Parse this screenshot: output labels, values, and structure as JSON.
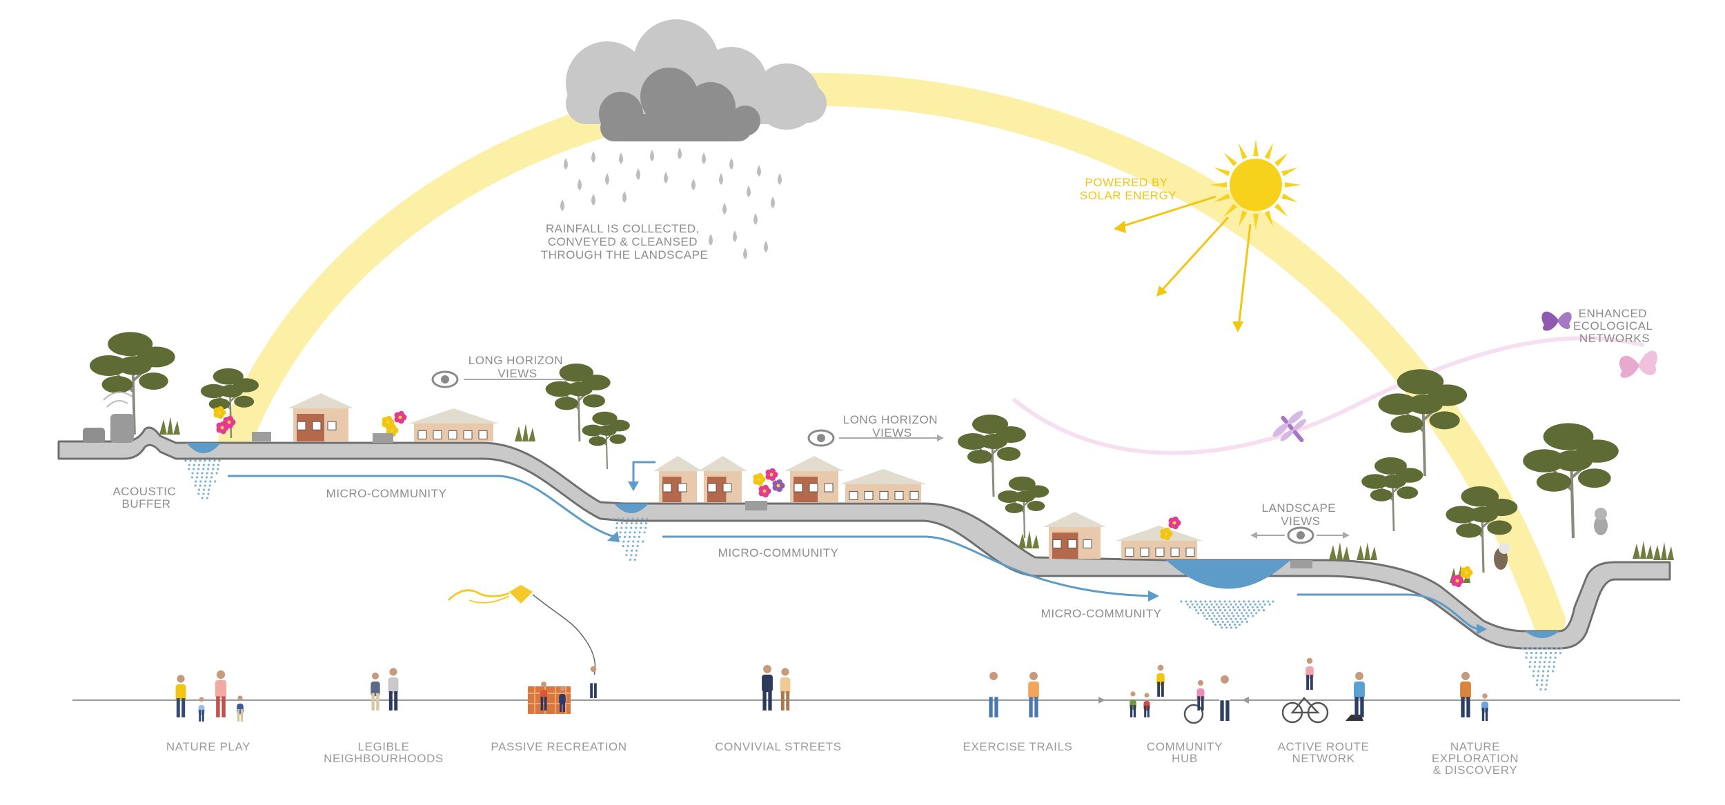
{
  "labels": {
    "rainfall": [
      "RAINFALL IS COLLECTED,",
      "CONVEYED & CLEANSED",
      "THROUGH THE LANDSCAPE"
    ],
    "solar": [
      "POWERED BY",
      "SOLAR ENERGY"
    ],
    "ecological": [
      "ENHANCED",
      "ECOLOGICAL",
      "NETWORKS"
    ],
    "long_horizon_1": [
      "LONG HORIZON",
      "VIEWS"
    ],
    "long_horizon_2": [
      "LONG HORIZON",
      "VIEWS"
    ],
    "landscape_views": [
      "LANDSCAPE",
      "VIEWS"
    ],
    "acoustic_buffer": [
      "ACOUSTIC",
      "BUFFER"
    ],
    "micro_community_1": "MICRO-COMMUNITY",
    "micro_community_2": "MICRO-COMMUNITY",
    "micro_community_3": "MICRO-COMMUNITY"
  },
  "activities": [
    {
      "id": "nature-play",
      "lines": [
        "NATURE PLAY"
      ]
    },
    {
      "id": "legible-neighbourhoods",
      "lines": [
        "LEGIBLE",
        "NEIGHBOURHOODS"
      ]
    },
    {
      "id": "passive-recreation",
      "lines": [
        "PASSIVE RECREATION"
      ]
    },
    {
      "id": "convivial-streets",
      "lines": [
        "CONVIVIAL STREETS"
      ]
    },
    {
      "id": "exercise-trails",
      "lines": [
        "EXERCISE TRAILS"
      ]
    },
    {
      "id": "community-hub",
      "lines": [
        "COMMUNITY",
        "HUB"
      ]
    },
    {
      "id": "active-route-network",
      "lines": [
        "ACTIVE ROUTE",
        "NETWORK"
      ]
    },
    {
      "id": "nature-exploration",
      "lines": [
        "NATURE",
        "EXPLORATION",
        "& DISCOVERY"
      ]
    }
  ],
  "colors": {
    "arc": "#fcefa6",
    "water": "#5d9bc8",
    "ground": "#c9c9c9",
    "ground_edge": "#6f6f6f",
    "tree": "#5e6b34",
    "sun": "#f7d21c",
    "cloud_light": "#c8c8c8",
    "cloud_dark": "#8e8e8e",
    "rain": "#bdbdbd",
    "butterfly_purple": "#8e5bb0",
    "butterfly_pink": "#e7a9cf"
  }
}
